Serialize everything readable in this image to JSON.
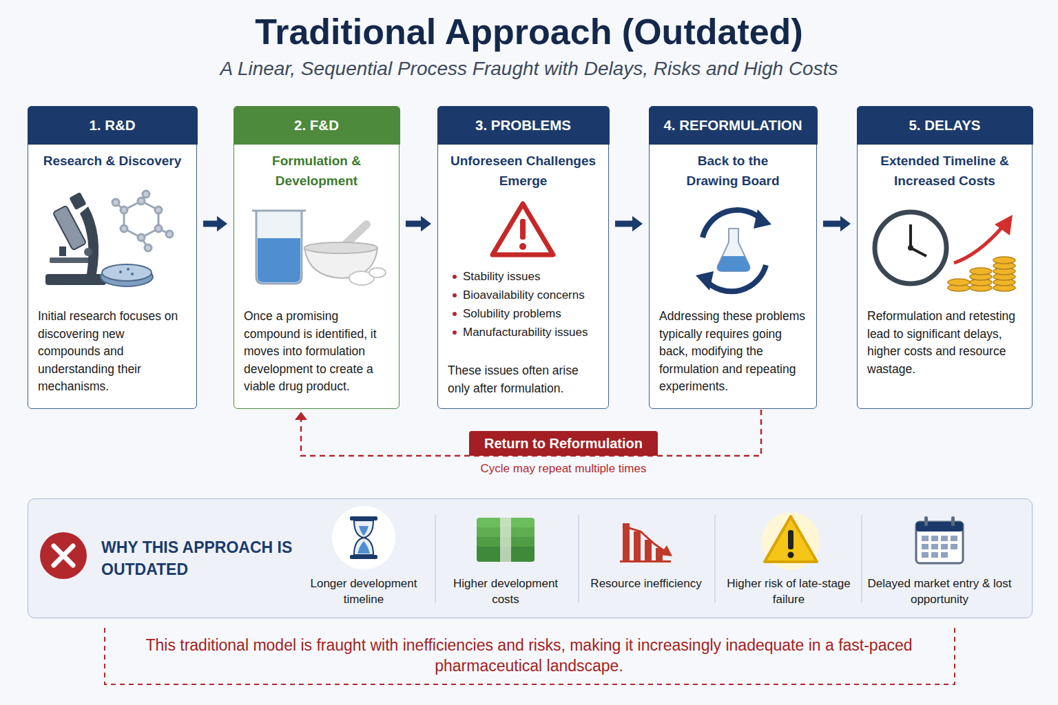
{
  "diagram": {
    "title": "Traditional Approach (Outdated)",
    "caption": "This traditional model is fraught with inefficiencies and risks, making it increasingly inadequate in a fast-paced pharmaceutical landscape.",
    "nodes": [
      {
        "text": [
          "1. R&D",
          "Research & Discovery",
          "Initial research focuses on discovering new compounds and understanding their mechanisms."
        ]
      },
      {
        "text": [
          "2. F&D",
          "Formulation & Development",
          "Once a promising compound is identified, it moves into formulation development to create a viable drug product."
        ]
      },
      {
        "text": [
          "3. PROBLEMS",
          "Unforeseen Challenges Emerge",
          "Stability issues",
          "Bioavailability concerns",
          "Solubility problems",
          "Manufacturability issues",
          "These issues often arise only after formulation."
        ]
      },
      {
        "text": [
          "4. REFORMULATION",
          "Back to the Drawing Board",
          "Addressing these problems typically requires going back, modifying the formulation and repeating experiments."
        ]
      },
      {
        "text": [
          "5. DELAYS",
          "Extended Timeline & Increased Costs",
          "Reformulation and retesting lead to significant delays, higher costs and resource wastage."
        ]
      },
      {
        "text": [
          "WHY THIS APPROACH IS OUTDATED"
        ]
      }
    ],
    "edges": [
      {
        "from": 0,
        "to": 1,
        "arrow": "to"
      },
      {
        "from": 1,
        "to": 2,
        "arrow": "to"
      },
      {
        "from": 2,
        "to": 3,
        "arrow": "to"
      },
      {
        "from": 3,
        "to": 4,
        "arrow": "to"
      },
      {
        "from": 3,
        "to": 1,
        "label": "Return to Reformulation",
        "arrow": "to"
      }
    ],
    "labels": [
      "A Linear, Sequential Process Fraught with Delays, Risks and High Costs",
      "Cycle may repeat multiple times",
      "Longer development timeline",
      "Higher development costs",
      "Resource inefficiency",
      "Higher risk of late-stage failure",
      "Delayed market entry & lost opportunity"
    ]
  }
}
